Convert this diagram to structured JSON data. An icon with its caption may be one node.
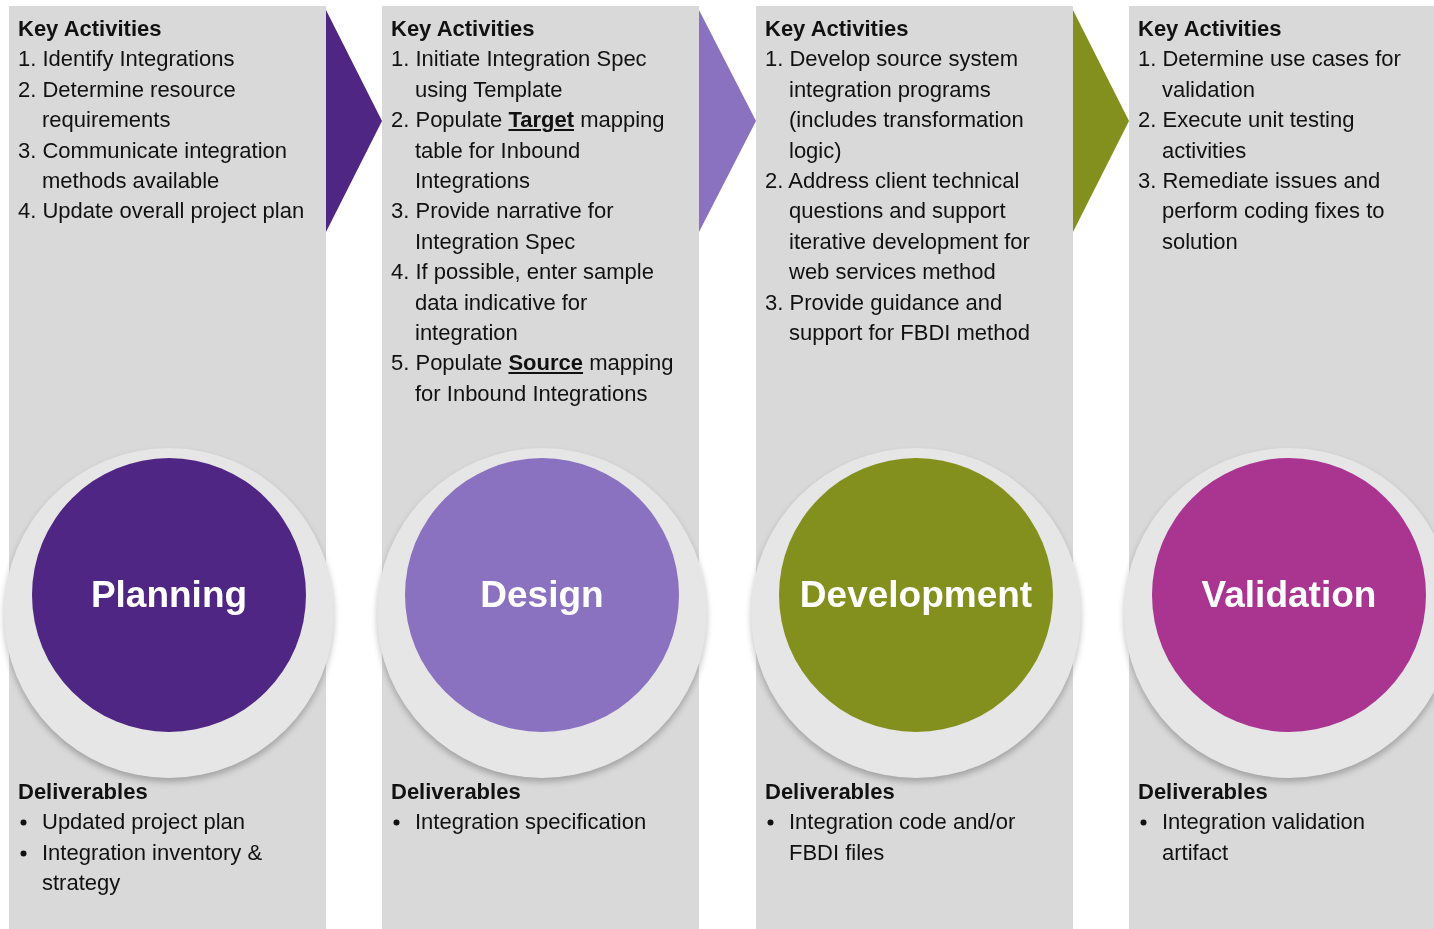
{
  "diagram": {
    "nodes": [
      {
        "text": [
          "Key Activities",
          "1. Identify Integrations",
          "2. Determine resource requirements",
          "3. Communicate integration methods available",
          "4. Update overall project plan",
          "Deliverables",
          "Updated project plan",
          "Integration inventory & strategy"
        ]
      },
      {
        "text": [
          "Planning"
        ],
        "in": 0
      },
      {
        "text": [
          "Key Activities",
          "1. Initiate Integration Spec using Template",
          "2. Populate **Target** mapping table for Inbound Integrations",
          "3. Provide narrative for Integration Spec",
          "4. If possible, enter sample data indicative for integration",
          "5. Populate **Source** mapping for Inbound Integrations",
          "Deliverables",
          "Integration specification"
        ]
      },
      {
        "text": [
          "Design"
        ],
        "in": 2
      },
      {
        "text": [
          "Key Activities",
          "1. Develop source system integration programs (includes transformation logic)",
          "2. Address client technical questions and support iterative development for web services method",
          "3. Provide guidance and support for FBDI method",
          "Deliverables",
          "Integration code and/or FBDI files"
        ]
      },
      {
        "text": [
          "Development"
        ],
        "in": 4
      },
      {
        "text": [
          "Key Activities",
          "1. Determine use cases for validation",
          "2. Execute unit testing activities",
          "3. Remediate issues and perform coding fixes to solution",
          "Deliverables",
          "Integration validation artifact"
        ]
      },
      {
        "text": [
          "Validation"
        ],
        "in": 6
      }
    ],
    "edges": [
      {
        "from": 0,
        "to": 2,
        "arrow": "to",
        "color": "#4f2683"
      },
      {
        "from": 2,
        "to": 4,
        "arrow": "to",
        "color": "#8a72c0"
      },
      {
        "from": 4,
        "to": 6,
        "arrow": "to",
        "color": "#84901e"
      }
    ]
  }
}
